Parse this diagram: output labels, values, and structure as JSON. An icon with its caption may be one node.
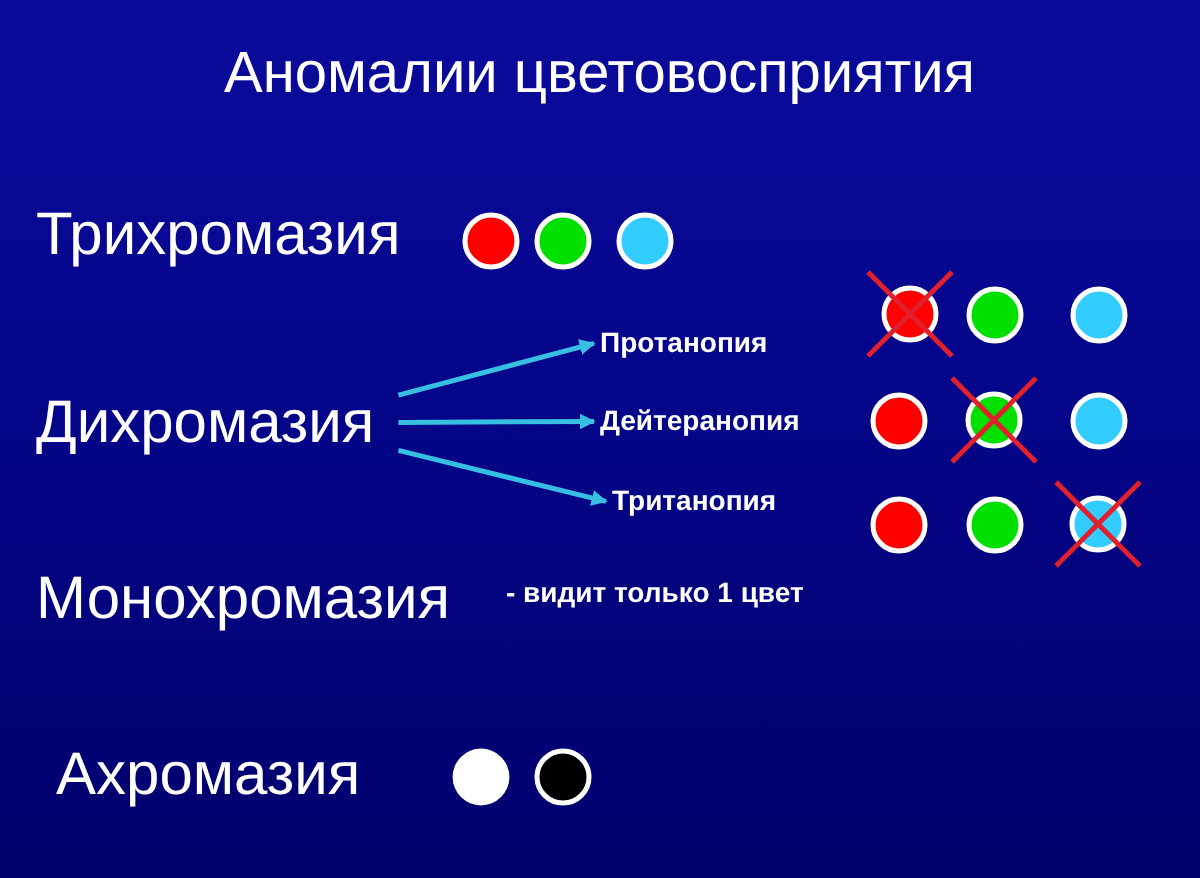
{
  "diagram": {
    "title": "Аномалии цветовосприятия",
    "nodes": [
      {
        "text": [
          "Дихромазия"
        ]
      },
      {
        "text": [
          "Протанопия"
        ]
      },
      {
        "text": [
          "Дейтеранопия"
        ]
      },
      {
        "text": [
          "Тританопия"
        ]
      }
    ],
    "edges": [
      {
        "from": 0,
        "to": 1,
        "arrow": "to"
      },
      {
        "from": 0,
        "to": 2,
        "arrow": "to"
      },
      {
        "from": 0,
        "to": 3,
        "arrow": "to"
      }
    ],
    "labels": [
      "Трихромазия",
      "Монохромазия",
      "- видит только 1 цвет",
      "Ахромазия"
    ]
  }
}
